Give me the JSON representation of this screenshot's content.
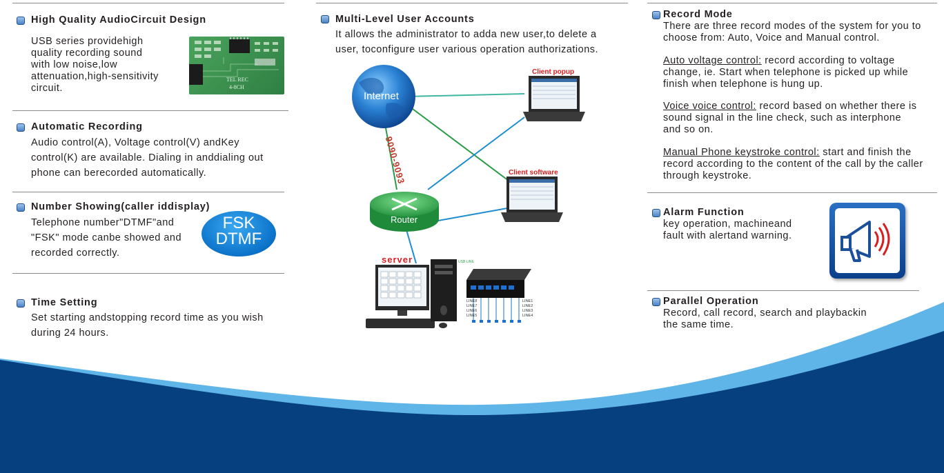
{
  "col1": {
    "audio": {
      "title": "High Quality AudioCircuit Design",
      "lines": [
        "USB series providehigh",
        "quality recording sound",
        "with low noise,low",
        "attenuation,high-sensitivity",
        "circuit."
      ],
      "board_label_1": "TEL REC",
      "board_label_2": "4-8CH"
    },
    "auto": {
      "title": "Automatic Recording",
      "lines": [
        "Audio control(A), Voltage control(V) andKey",
        "control(K) are available. Dialing in anddialing out",
        "phone can berecorded automatically."
      ]
    },
    "number": {
      "title": "Number Showing(caller iddisplay)",
      "lines": [
        "Telephone number\"DTMF\"and",
        "\"FSK\" mode canbe showed and",
        "recorded correctly."
      ],
      "badge_1": "FSK",
      "badge_2": "DTMF"
    },
    "time": {
      "title": "Time Setting",
      "lines": [
        "Set starting andstopping record time as you wish",
        "during 24 hours."
      ]
    }
  },
  "col2": {
    "title": "Multi-Level User Accounts",
    "lines": [
      "It allows the administrator to adda new user,to delete a",
      "user, toconfigure user various operation authorizations."
    ],
    "diagram": {
      "internet": "Internet",
      "router": "Router",
      "phone": "9090-9093",
      "client_popup": "Client popup",
      "client_software": "Client software",
      "server": "server",
      "usb_line": "USB LINE",
      "lines_left": [
        "LINE8",
        "LINE7",
        "LINE6",
        "LINE5"
      ],
      "lines_right": [
        "LINE1",
        "LINE2",
        "LINE3",
        "LINE4"
      ]
    }
  },
  "col3": {
    "record": {
      "title": "Record Mode",
      "intro": [
        "There are three record modes of the system  for you  to",
        "choose from: Auto,  Voice and Manual control."
      ],
      "auto_head": "Auto voltage control:",
      "auto_lines": [
        " record according  to voltage",
        "change, ie.  Start when telephone  is picked up while",
        "finish when telephone is hung up."
      ],
      "voice_head": "Voice voice control:",
      "voice_lines": [
        " record based on whether  there is",
        "sound signal in the line check, such as  interphone",
        "and so on."
      ],
      "manual_head": "Manual Phone  keystroke control:",
      "manual_lines": [
        " start and finish  the",
        "record according  to the content of the call by the caller",
        "through keystroke."
      ]
    },
    "alarm": {
      "title": "Alarm Function",
      "lines": [
        "key operation, machineand",
        "fault with alertand warning."
      ]
    },
    "parallel": {
      "title": "Parallel Operation",
      "lines": [
        "Record, call record, search and playbackin",
        "the same time."
      ]
    }
  },
  "colors": {
    "navy": "#06407f",
    "light_wave": "#5fb4e8",
    "bullet": "#4c83c4",
    "label_red": "#d42020"
  }
}
